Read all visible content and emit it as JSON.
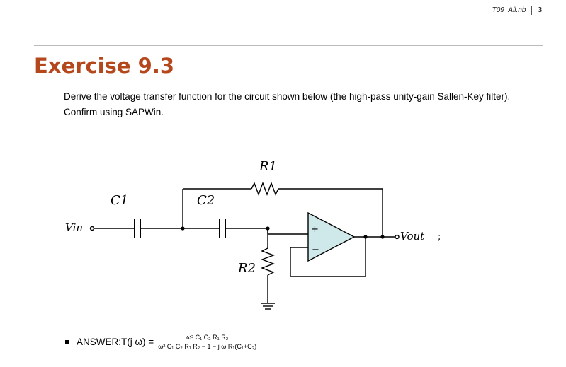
{
  "header": {
    "filename": "T09_All.nb",
    "page": "3"
  },
  "section": {
    "title": "Exercise 9.3"
  },
  "body": {
    "line1": "Derive the voltage transfer function for the circuit shown below (the high-pass unity-gain Sallen-Key filter).",
    "line2": "Confirm using SAPWin."
  },
  "circuit": {
    "r1": "R1",
    "r2": "R2",
    "c1": "C1",
    "c2": "C2",
    "vin": "Vin",
    "vout": "Vout",
    "plus": "+",
    "minus": "−",
    "trail": ";"
  },
  "answer": {
    "label": "ANSWER: ",
    "func": "T(j ω) =",
    "numerator": "ω² C₁ C₂ R₁ R₂",
    "denominator": "ω² C₁ C₂ R₁ R₂ − 1 − j ω R₁(C₁+C₂)"
  }
}
